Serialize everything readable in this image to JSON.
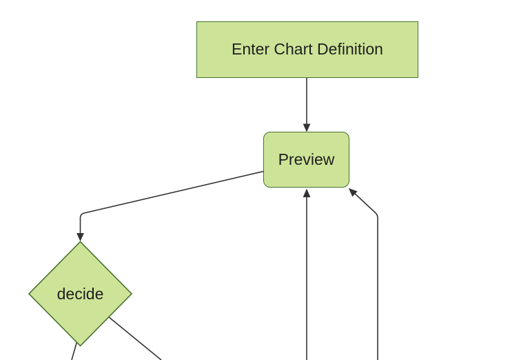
{
  "diagram": {
    "type": "flowchart",
    "nodes": [
      {
        "id": "definition",
        "shape": "rectangle",
        "label": "Enter Chart Definition"
      },
      {
        "id": "preview",
        "shape": "rounded-rectangle",
        "label": "Preview"
      },
      {
        "id": "decide",
        "shape": "diamond",
        "label": "decide"
      }
    ],
    "edges": [
      {
        "from": "definition",
        "to": "preview",
        "arrow": true
      },
      {
        "from": "preview",
        "to": "decide",
        "arrow": true
      },
      {
        "from": "offscreen-bottom-center",
        "to": "preview",
        "arrow": true
      },
      {
        "from": "offscreen-bottom-right",
        "to": "preview",
        "arrow": true
      },
      {
        "from": "decide",
        "to": "offscreen-bottom-left",
        "arrow": false
      },
      {
        "from": "decide",
        "to": "offscreen-bottom-right",
        "arrow": false
      }
    ],
    "colors": {
      "node_fill": "#cde498",
      "node_border": "#45702b",
      "edge": "#333333",
      "text": "#1f1f1f",
      "background": "#ffffff"
    }
  }
}
